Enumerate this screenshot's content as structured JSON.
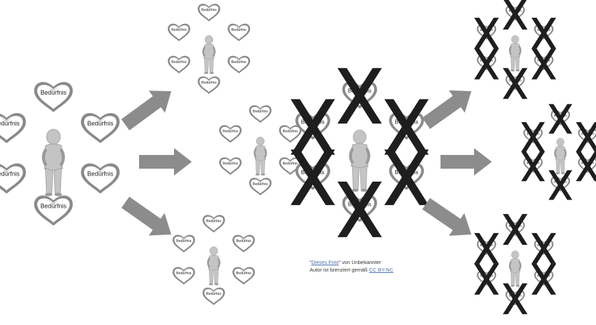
{
  "colors": {
    "heart_stroke": "#8a8a8a",
    "heart_fill": "#ffffff",
    "figure": "#c4c4c4",
    "figure_shadow": "#9a9a9a",
    "arrow": "#8c8c8c",
    "cross": "#1e1e1e",
    "link": "#4a6fb0"
  },
  "heart_label": "Bedürfnis",
  "icons": [
    "heart-icon",
    "figure-icon",
    "arrow-icon",
    "cross-icon"
  ],
  "credit": {
    "quote_open": "“",
    "link_photo": "Dieses Foto",
    "quote_close_author": "” von Unbekannter",
    "line2_prefix": "Autor ist lizenziert gemäß ",
    "link_license": "CC BY-NC"
  }
}
